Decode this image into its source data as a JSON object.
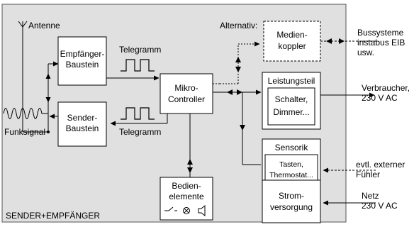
{
  "panel": {
    "fill_color": "#e0e0e0",
    "caption": "SENDER+EMPFÄNGER"
  },
  "antenna_label": "Antenne",
  "funksignal_label": "Funksignal",
  "alternativ_label": "Alternativ:",
  "blocks": {
    "empfaenger": {
      "line1": "Empfänger-",
      "line2": "Baustein"
    },
    "sender": {
      "line1": "Sender-",
      "line2": "Baustein"
    },
    "mikro": {
      "line1": "Mikro-",
      "line2": "Controller"
    },
    "medienkoppler": {
      "line1": "Medien-",
      "line2": "koppler"
    },
    "leistungsteil": {
      "title": "Leistungsteil",
      "line1": "Schalter,",
      "line2": "Dimmer..."
    },
    "sensorik": {
      "title": "Sensorik",
      "line1": "Tasten,",
      "line2": "Thermostat..."
    },
    "bedien": {
      "line1": "Bedien-",
      "line2": "elemente"
    },
    "strom": {
      "line1": "Strom-",
      "line2": "versorgung"
    }
  },
  "telegram_labels": {
    "top": "Telegramm",
    "bottom": "Telegramm"
  },
  "external": {
    "bus": {
      "line1": "Bussysteme",
      "line2": "instabus EIB",
      "line3": "usw."
    },
    "verbraucher": {
      "line1": "Verbraucher,",
      "line2": "230 V AC"
    },
    "fuehler": {
      "line1": "evtl. externer",
      "line2": "Fühler"
    },
    "netz": {
      "line1": "Netz",
      "line2": "230 V AC"
    }
  }
}
